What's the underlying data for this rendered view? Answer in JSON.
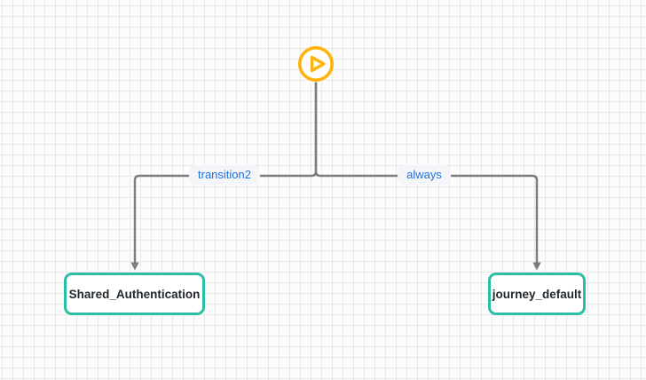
{
  "colors": {
    "canvas_bg": "#fcfcfc",
    "grid_line": "#e8e8e8",
    "edge": "#7c7c7c",
    "start_accent": "#ffb30a",
    "node_border": "#2abfa5",
    "node_bg": "#ffffff",
    "node_text": "#23282d",
    "label_text": "#1e6fe0",
    "label_bg": "#f3f5f9"
  },
  "start_node": {
    "icon": "play-icon"
  },
  "edges": [
    {
      "label": "transition2"
    },
    {
      "label": "always"
    }
  ],
  "nodes": [
    {
      "label": "Shared_Authentication"
    },
    {
      "label": "journey_default"
    }
  ]
}
